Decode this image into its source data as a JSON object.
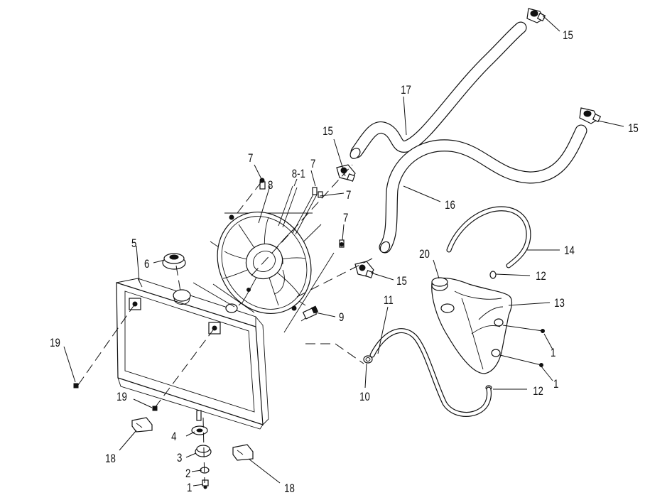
{
  "callouts": {
    "c1a": "1",
    "c1b": "1",
    "c1c": "1",
    "c2": "2",
    "c3": "3",
    "c4": "4",
    "c5": "5",
    "c6": "6",
    "c7a": "7",
    "c7b": "7",
    "c7c": "7",
    "c7d": "7",
    "c8": "8",
    "c8_1": "8-1",
    "c9": "9",
    "c10": "10",
    "c11": "11",
    "c12a": "12",
    "c12b": "12",
    "c13": "13",
    "c14": "14",
    "c15a": "15",
    "c15b": "15",
    "c15c": "15",
    "c15d": "15",
    "c16": "16",
    "c17": "17",
    "c18a": "18",
    "c18b": "18",
    "c19a": "19",
    "c19b": "19",
    "c20": "20"
  }
}
